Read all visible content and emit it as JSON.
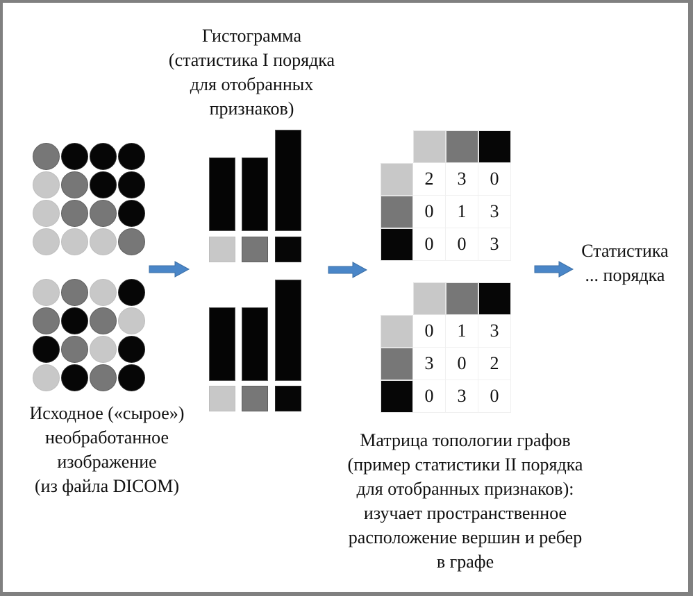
{
  "colors": {
    "light": "#c8c8c8",
    "mid": "#777777",
    "dark": "#060606",
    "arrow_fill": "#4a86c8",
    "arrow_stroke": "#3a6ea5",
    "frame": "#808080"
  },
  "histogram_caption": {
    "lines": [
      "Гистограмма",
      "(статистика I порядка",
      "для отобранных",
      "признаков)"
    ]
  },
  "raw_image_caption": {
    "lines": [
      "Исходное («сырое»)",
      "необработанное",
      "изображение",
      "(из файла DICOM)"
    ]
  },
  "matrix_caption": {
    "lines": [
      "Матрица топологии графов",
      "(пример статистики II порядка",
      "для отобранных признаков):",
      "изучает пространственное",
      "расположение вершин и ребер",
      "в графе"
    ]
  },
  "result_caption": {
    "lines": [
      "Статистика",
      "... порядка"
    ]
  },
  "images": [
    {
      "grid": [
        [
          "mid",
          "dark",
          "dark",
          "dark"
        ],
        [
          "light",
          "mid",
          "dark",
          "dark"
        ],
        [
          "light",
          "mid",
          "mid",
          "dark"
        ],
        [
          "light",
          "light",
          "light",
          "mid"
        ]
      ]
    },
    {
      "grid": [
        [
          "light",
          "mid",
          "light",
          "dark"
        ],
        [
          "mid",
          "dark",
          "mid",
          "light"
        ],
        [
          "dark",
          "mid",
          "light",
          "dark"
        ],
        [
          "light",
          "dark",
          "mid",
          "dark"
        ]
      ]
    }
  ],
  "histograms": [
    {
      "levels": [
        "light",
        "mid",
        "dark"
      ],
      "counts": [
        5,
        5,
        6
      ]
    },
    {
      "levels": [
        "light",
        "mid",
        "dark"
      ],
      "counts": [
        5,
        5,
        6
      ]
    }
  ],
  "matrices": [
    {
      "levels": [
        "light",
        "mid",
        "dark"
      ],
      "values": [
        [
          "2",
          "3",
          "0"
        ],
        [
          "0",
          "1",
          "3"
        ],
        [
          "0",
          "0",
          "3"
        ]
      ]
    },
    {
      "levels": [
        "light",
        "mid",
        "dark"
      ],
      "values": [
        [
          "0",
          "1",
          "3"
        ],
        [
          "3",
          "0",
          "2"
        ],
        [
          "0",
          "3",
          "0"
        ]
      ]
    }
  ],
  "arrows": [
    {
      "icon": "right-arrow-icon"
    },
    {
      "icon": "right-arrow-icon"
    },
    {
      "icon": "right-arrow-icon"
    }
  ]
}
